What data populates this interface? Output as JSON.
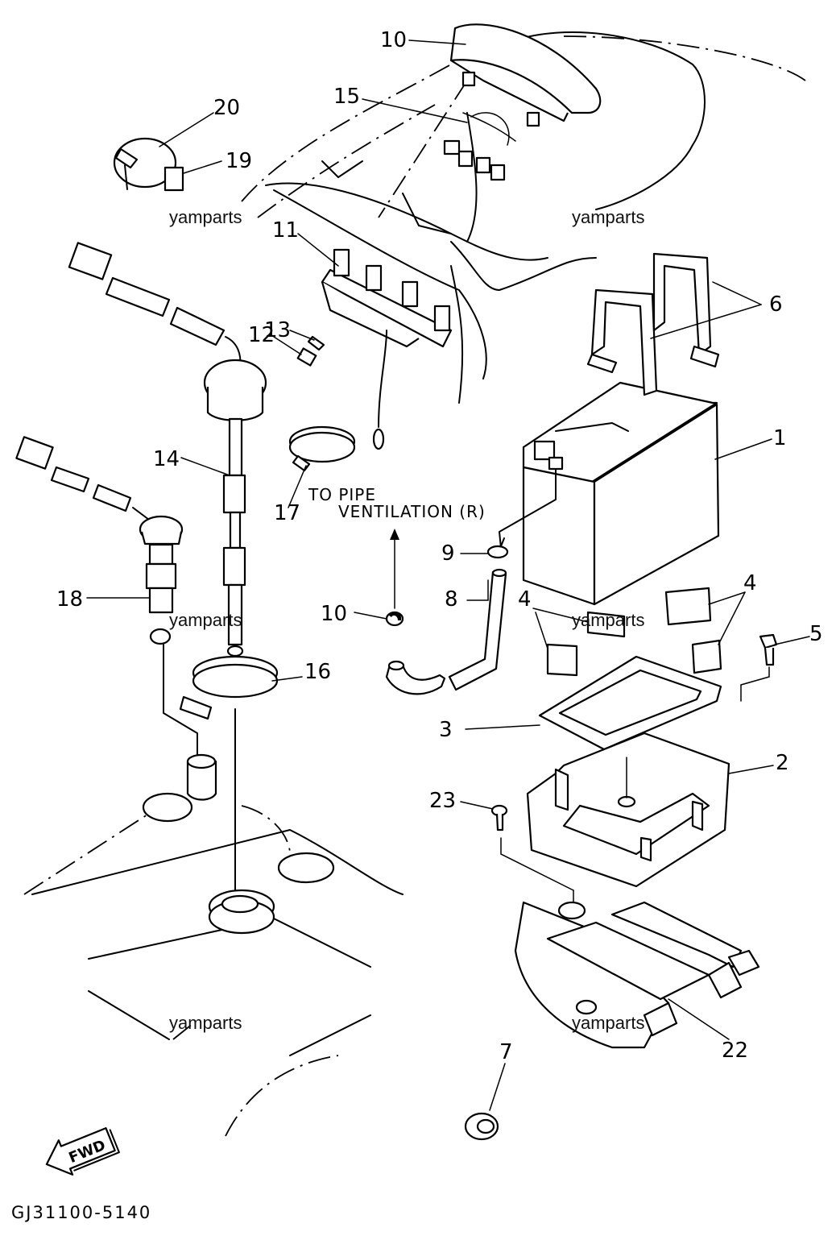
{
  "diagram": {
    "callouts": [
      {
        "id": "c1",
        "label": "1"
      },
      {
        "id": "c2",
        "label": "2"
      },
      {
        "id": "c3",
        "label": "3"
      },
      {
        "id": "c4a",
        "label": "4"
      },
      {
        "id": "c4b",
        "label": "4"
      },
      {
        "id": "c5",
        "label": "5"
      },
      {
        "id": "c6",
        "label": "6"
      },
      {
        "id": "c7",
        "label": "7"
      },
      {
        "id": "c8",
        "label": "8"
      },
      {
        "id": "c9",
        "label": "9"
      },
      {
        "id": "c10",
        "label": "10"
      },
      {
        "id": "c11",
        "label": "11"
      },
      {
        "id": "c12",
        "label": "12"
      },
      {
        "id": "c13",
        "label": "13"
      },
      {
        "id": "c14",
        "label": "14"
      },
      {
        "id": "c15",
        "label": "15"
      },
      {
        "id": "c16",
        "label": "16"
      },
      {
        "id": "c17",
        "label": "17"
      },
      {
        "id": "c18",
        "label": "18"
      },
      {
        "id": "c19",
        "label": "19"
      },
      {
        "id": "c20",
        "label": "20"
      },
      {
        "id": "c21",
        "label": "21"
      },
      {
        "id": "c22",
        "label": "22"
      },
      {
        "id": "c23",
        "label": "23"
      }
    ],
    "note_line1": "TO PIPE",
    "note_line2": "VENTILATION (R)",
    "fwd_label": "FWD",
    "diagram_code": "GJ31100-5140",
    "watermark": "yamparts"
  }
}
